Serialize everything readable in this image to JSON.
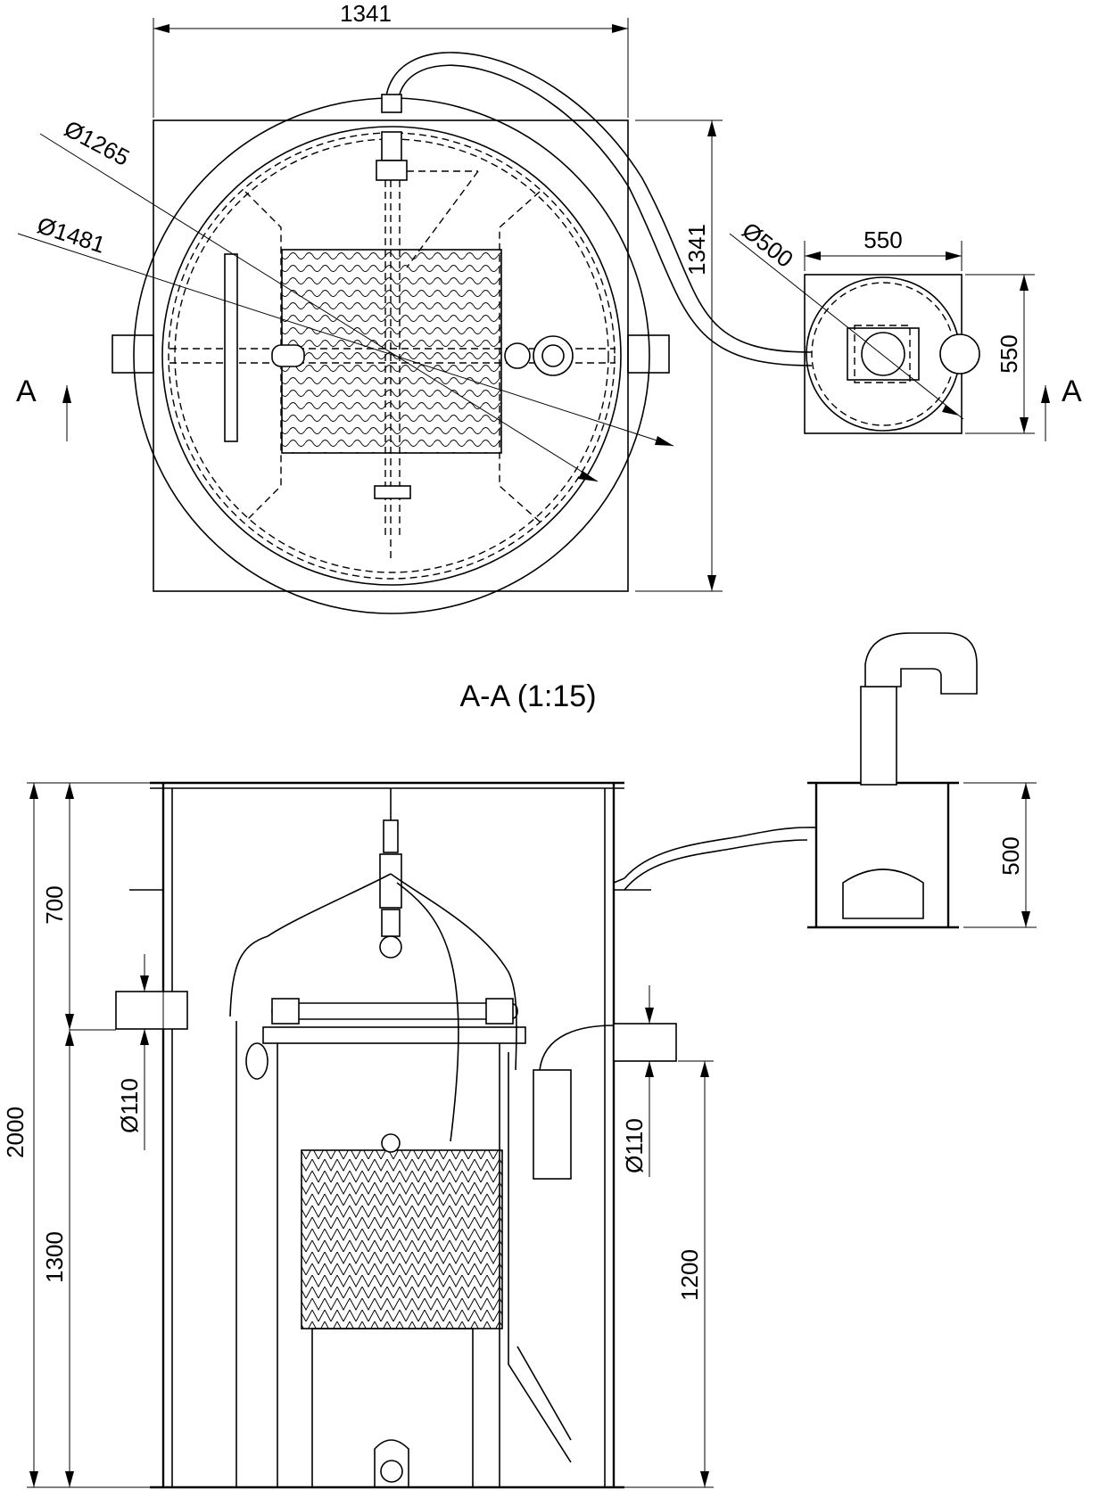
{
  "top_view": {
    "width_label": "1341",
    "height_label": "1341",
    "dia_outer": "Ø1481",
    "dia_inner": "Ø1265"
  },
  "small_tank_top": {
    "width_label": "550",
    "height_label": "550",
    "dia": "Ø500"
  },
  "section_markers": {
    "left": "A",
    "right": "A"
  },
  "section_title": "A-A (1:15)",
  "section_view": {
    "total_height": "2000",
    "upper_height": "700",
    "lower_height": "1300",
    "inlet_dia_left": "Ø110",
    "outlet_dia_right": "Ø110",
    "outlet_height": "1200",
    "small_tank_height": "500"
  }
}
